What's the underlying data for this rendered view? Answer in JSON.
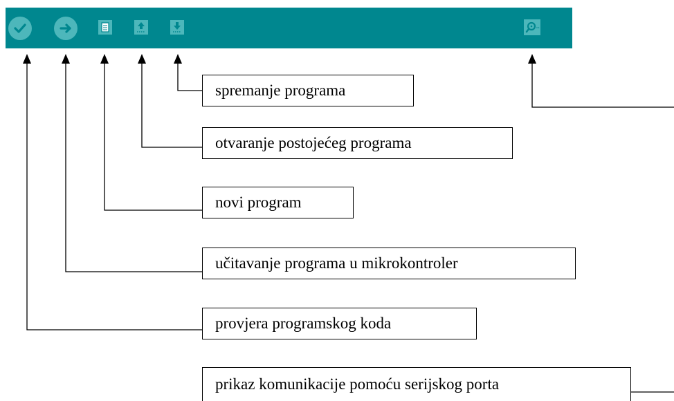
{
  "toolbar": {
    "background_color": "#00878F",
    "button_color": "#4DB7BB",
    "buttons": [
      {
        "name": "verify",
        "icon": "checkmark-icon"
      },
      {
        "name": "upload",
        "icon": "arrow-right-icon"
      },
      {
        "name": "new",
        "icon": "new-file-icon"
      },
      {
        "name": "open",
        "icon": "arrow-up-icon"
      },
      {
        "name": "save",
        "icon": "arrow-down-icon"
      },
      {
        "name": "serial-monitor",
        "icon": "magnifier-icon"
      }
    ]
  },
  "labels": {
    "save": "spremanje programa",
    "open": "otvaranje postojećeg programa",
    "new": "novi program",
    "upload": "učitavanje programa u mikrokontroler",
    "verify": "provjera programskog koda",
    "serial_monitor": "prikaz komunikacije pomoću serijskog porta"
  }
}
